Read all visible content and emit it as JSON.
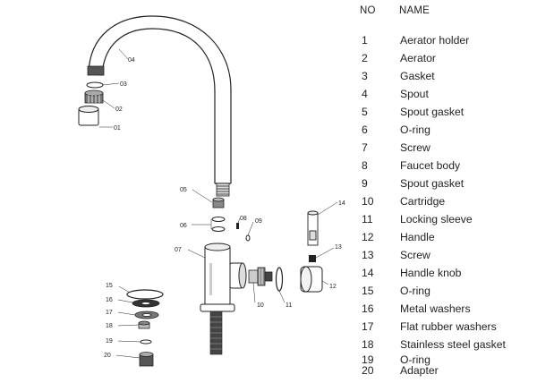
{
  "table": {
    "header_no": "NO",
    "header_name": "NAME",
    "rows": [
      {
        "no": "1",
        "name": "Aerator holder"
      },
      {
        "no": "2",
        "name": "Aerator"
      },
      {
        "no": "3",
        "name": "Gasket"
      },
      {
        "no": "4",
        "name": "Spout"
      },
      {
        "no": "5",
        "name": "Spout gasket"
      },
      {
        "no": "6",
        "name": "O-ring"
      },
      {
        "no": "7",
        "name": "Screw"
      },
      {
        "no": "8",
        "name": "Faucet body"
      },
      {
        "no": "9",
        "name": "Spout gasket"
      },
      {
        "no": "10",
        "name": "Cartridge"
      },
      {
        "no": "11",
        "name": "Locking sleeve"
      },
      {
        "no": "12",
        "name": "Handle"
      },
      {
        "no": "13",
        "name": "Screw"
      },
      {
        "no": "14",
        "name": "Handle knob"
      },
      {
        "no": "15",
        "name": "O-ring"
      },
      {
        "no": "16",
        "name": "Metal washers"
      },
      {
        "no": "17",
        "name": "Flat rubber washers"
      },
      {
        "no": "18",
        "name": "Stainless steel gasket"
      },
      {
        "no": "19",
        "name": "O-ring"
      },
      {
        "no": "20",
        "name": "Adapter"
      }
    ]
  },
  "callouts": {
    "c01": "01",
    "c02": "02",
    "c03": "03",
    "c04": "04",
    "c05": "05",
    "c06": "06",
    "c07": "07",
    "c08": "08",
    "c09": "09",
    "c10": "10",
    "c11": "11",
    "c12": "12",
    "c13": "13",
    "c14": "14",
    "c15": "15",
    "c16": "16",
    "c17": "17",
    "c18": "18",
    "c19": "19",
    "c20": "20"
  }
}
